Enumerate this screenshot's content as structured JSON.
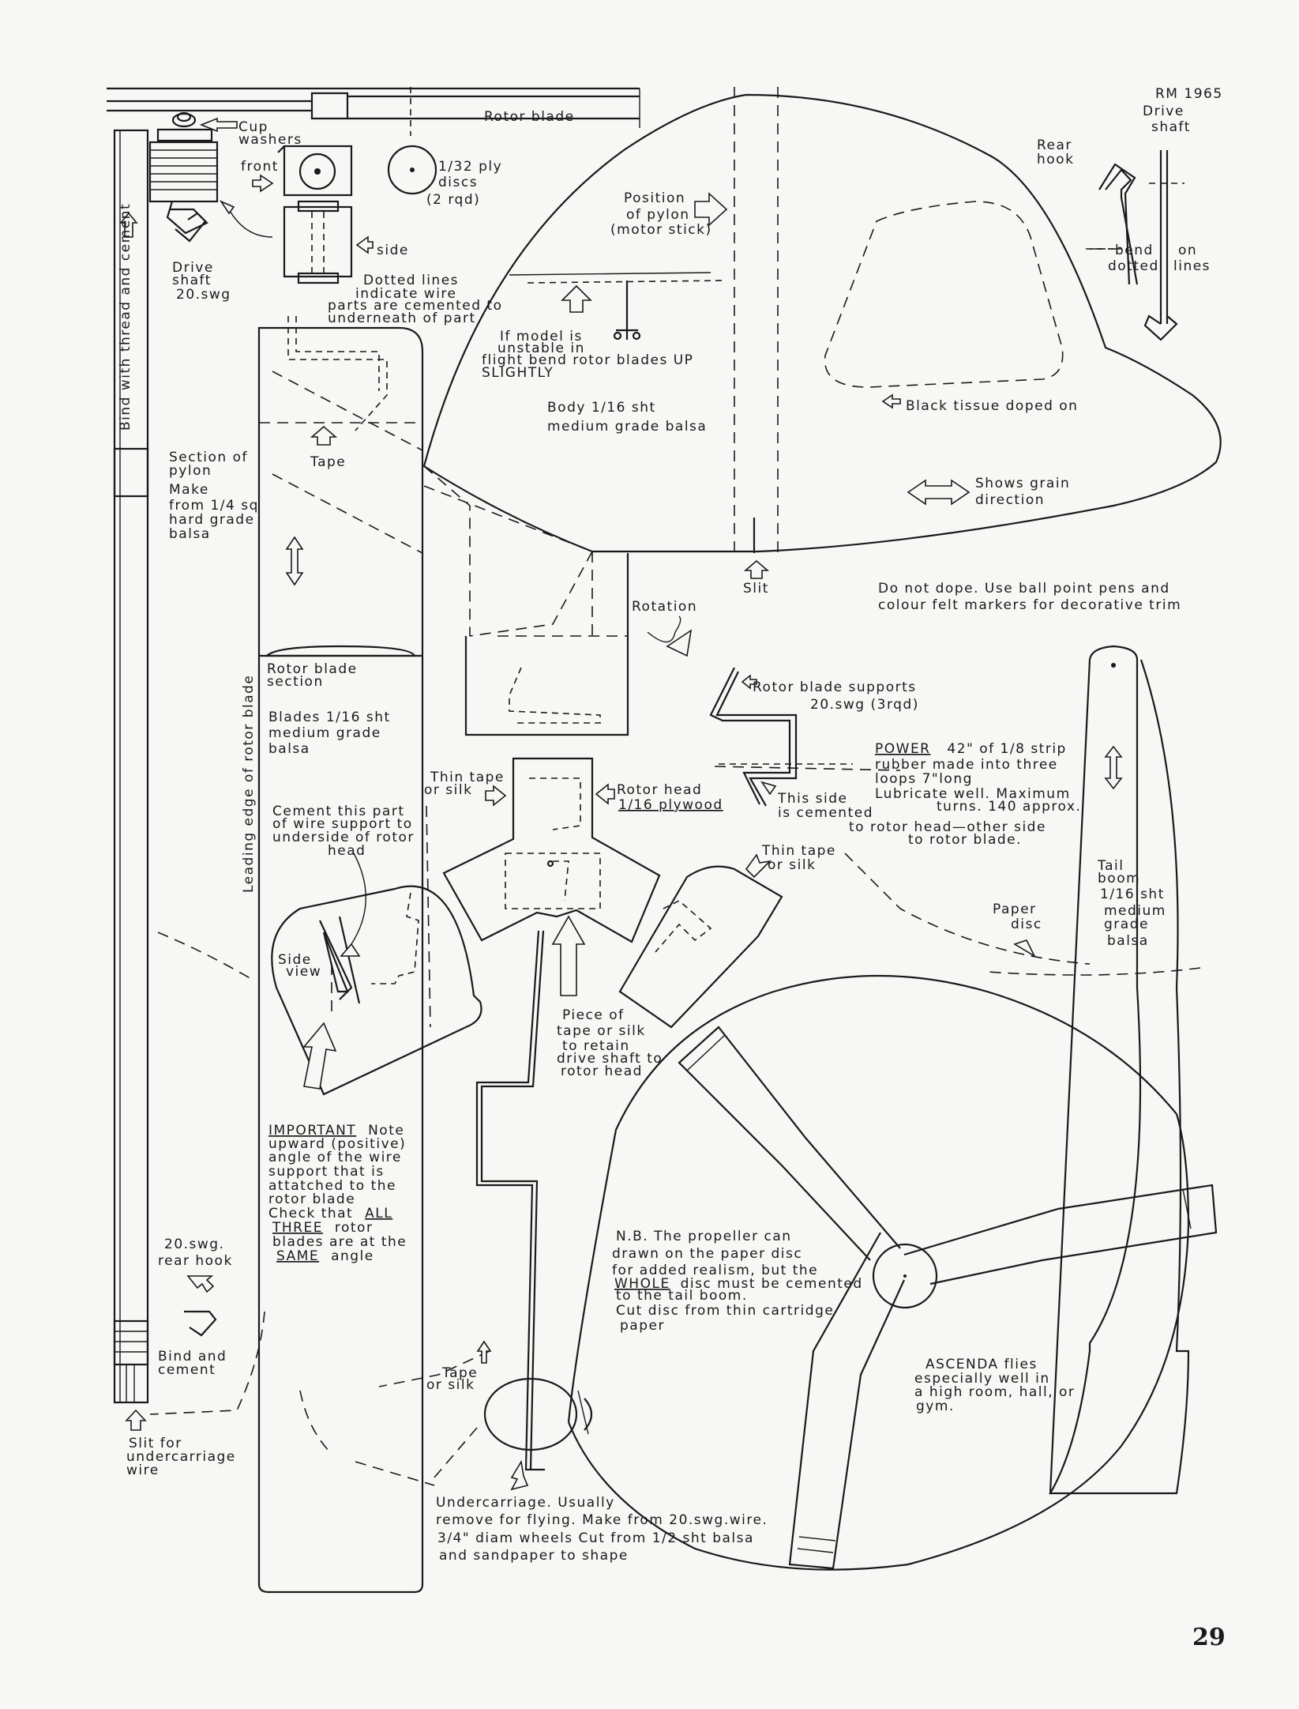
{
  "header": {
    "plan_ref": "RM 1965"
  },
  "drive_shaft_view": {
    "title_line1": "Drive",
    "title_line2": "shaft",
    "rear_hook_line1": "Rear",
    "rear_hook_line2": "hook",
    "bend_line1": "bend",
    "bend_line2": "on",
    "bend_line3": "dotted",
    "bend_line4": "lines"
  },
  "rotor_head_details": {
    "rotor_blade": "Rotor blade",
    "cup_washers_line1": "Cup",
    "cup_washers_line2": "washers",
    "front": "front",
    "side": "side",
    "ply_discs_line1": "1/32 ply",
    "ply_discs_line2": "discs",
    "ply_discs_line3": "(2 rqd)",
    "drive_shaft_line1": "Drive",
    "drive_shaft_line2": "shaft",
    "drive_shaft_line3": "20.swg",
    "dotted_line1": "Dotted lines",
    "dotted_line2": "indicate wire",
    "dotted_line3": "parts are cemented to",
    "dotted_line4": "underneath of part"
  },
  "pylon": {
    "bind_label": "Bind with thread and cement",
    "section_line1": "Section of",
    "section_line2": "pylon",
    "make_line1": "Make",
    "make_line2": "from 1/4 sq",
    "make_line3": "hard grade",
    "make_line4": "balsa",
    "rear_hook_line1": "20.swg.",
    "rear_hook_line2": "rear hook",
    "bind_cement_line1": "Bind and",
    "bind_cement_line2": "cement",
    "slit_line1": "Slit for",
    "slit_line2": "undercarriage",
    "slit_line3": "wire"
  },
  "blade": {
    "tape": "Tape",
    "section_line1": "Rotor blade",
    "section_line2": "section",
    "leading_edge": "Leading edge of rotor blade",
    "blades_line1": "Blades 1/16 sht",
    "blades_line2": "medium grade",
    "blades_line3": "balsa",
    "cement_line1": "Cement this part",
    "cement_line2": "of wire support to",
    "cement_line3": "underside of rotor",
    "cement_line4": "head",
    "side_view_line1": "Side",
    "side_view_line2": "view",
    "important_line1": "IMPORTANT",
    "important_line1b": "Note",
    "important_line2": "upward (positive)",
    "important_line3": "angle of the wire",
    "important_line4": "support that is",
    "important_line5": "attatched to the",
    "important_line6": "rotor blade",
    "important_line7a": "Check that",
    "important_line7b": "ALL",
    "important_line8a": "THREE",
    "important_line8b": "rotor",
    "important_line9": "blades are at the",
    "important_line10a": "SAME",
    "important_line10b": "angle"
  },
  "body": {
    "pylon_pos_line1": "Position",
    "pylon_pos_line2": "of pylon",
    "pylon_pos_line3": "(motor stick)",
    "unstable_line1": "If model is",
    "unstable_line2": "unstable in",
    "unstable_line3": "flight bend rotor blades UP",
    "unstable_line4": "SLIGHTLY",
    "material_line1": "Body 1/16 sht",
    "material_line2": "medium grade balsa",
    "black_tissue": "Black tissue doped on",
    "grain_line1": "Shows grain",
    "grain_line2": "direction",
    "slit": "Slit",
    "dope_line1": "Do not dope. Use ball point pens and",
    "dope_line2": "colour felt markers for decorative trim",
    "rotation": "Rotation"
  },
  "supports": {
    "line1": "Rotor blade supports",
    "line2": "20.swg (3rqd)",
    "this_side_line1": "This side",
    "this_side_line2": "is cemented",
    "this_side_line3": "to rotor head—other side",
    "this_side_line4": "to rotor blade."
  },
  "power": {
    "label": "POWER",
    "line1": "42\" of 1/8 strip",
    "line2": "rubber made into three",
    "line3": "loops 7\"long",
    "line4": "Lubricate well. Maximum",
    "line5": "turns. 140 approx."
  },
  "rotor_hub": {
    "thin_tape_line1": "Thin tape",
    "thin_tape_line2": "or silk",
    "rotor_head_line1": "Rotor head",
    "rotor_head_line2": "1/16 plywood",
    "thin_tape2_line1": "Thin tape",
    "thin_tape2_line2": "or silk",
    "piece_line1": "Piece of",
    "piece_line2": "tape or silk",
    "piece_line3": "to retain",
    "piece_line4": "drive shaft to",
    "piece_line5": "rotor head"
  },
  "tail": {
    "boom_line1": "Tail",
    "boom_line2": "boom",
    "boom_line3": "1/16 sht",
    "boom_line4": "medium",
    "boom_line5": "grade",
    "boom_line6": "balsa",
    "paper_disc_line1": "Paper",
    "paper_disc_line2": "disc"
  },
  "propeller_note": {
    "line1": "N.B. The propeller can",
    "line2": "drawn on the paper disc",
    "line3": "for added realism, but the",
    "line4a": "WHOLE",
    "line4b": "disc must be cemented",
    "line5": "to the tail boom.",
    "line6": "Cut disc from thin cartridge",
    "line7": "paper"
  },
  "ascenda": {
    "line1": "ASCENDA flies",
    "line2": "especially well in",
    "line3": "a high room, hall, or",
    "line4": "gym."
  },
  "undercarriage": {
    "tape_line1": "Tape",
    "tape_line2": "or silk",
    "line1": "Undercarriage. Usually",
    "line2": "remove for flying. Make from 20.swg.wire.",
    "line3": "3/4\" diam wheels Cut from 1/2 sht balsa",
    "line4": "and sandpaper to shape"
  },
  "footer": {
    "page_number": "29"
  }
}
